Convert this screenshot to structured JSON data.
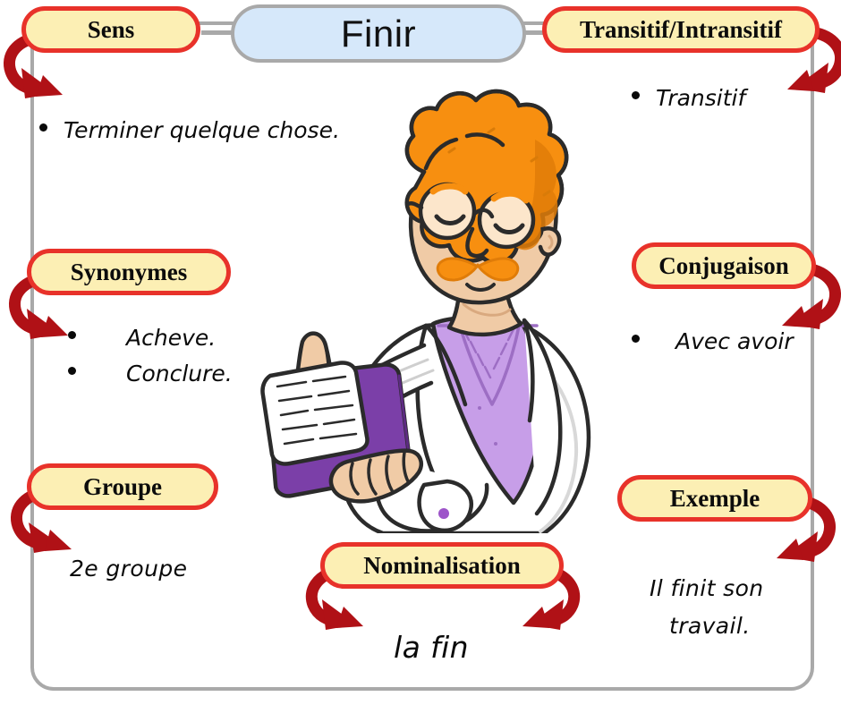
{
  "title": {
    "text": "Finir"
  },
  "colors": {
    "pill_fill": "#fcefb4",
    "pill_border": "#e8322a",
    "title_fill": "#d6e8fa",
    "frame_border": "#a9a9a9",
    "arrow": "#b01116",
    "hair": "#f78f10",
    "sweater": "#c79ee8",
    "book": "#7b3fa8",
    "skin": "#f0cba6"
  },
  "sections": {
    "sens": {
      "label": "Sens",
      "items": [
        "Terminer quelque chose."
      ]
    },
    "transitif": {
      "label": "Transitif/Intransitif",
      "items": [
        "Transitif"
      ]
    },
    "synonymes": {
      "label": "Synonymes",
      "items": [
        "Acheve.",
        "Conclure."
      ]
    },
    "conjugaison": {
      "label": "Conjugaison",
      "items": [
        "Avec avoir"
      ]
    },
    "groupe": {
      "label": "Groupe",
      "items": [
        "2e groupe"
      ]
    },
    "exemple": {
      "label": "Exemple",
      "items": [
        "Il finit son",
        "travail."
      ]
    },
    "nominalisation": {
      "label": "Nominalisation",
      "items": [
        "la fin"
      ]
    }
  },
  "illustration": {
    "name": "professor-character",
    "description": "Cartoon professor with orange curly hair, round glasses, orange mustache, white lab coat, lavender sweater, holding a purple book, index finger raised"
  }
}
